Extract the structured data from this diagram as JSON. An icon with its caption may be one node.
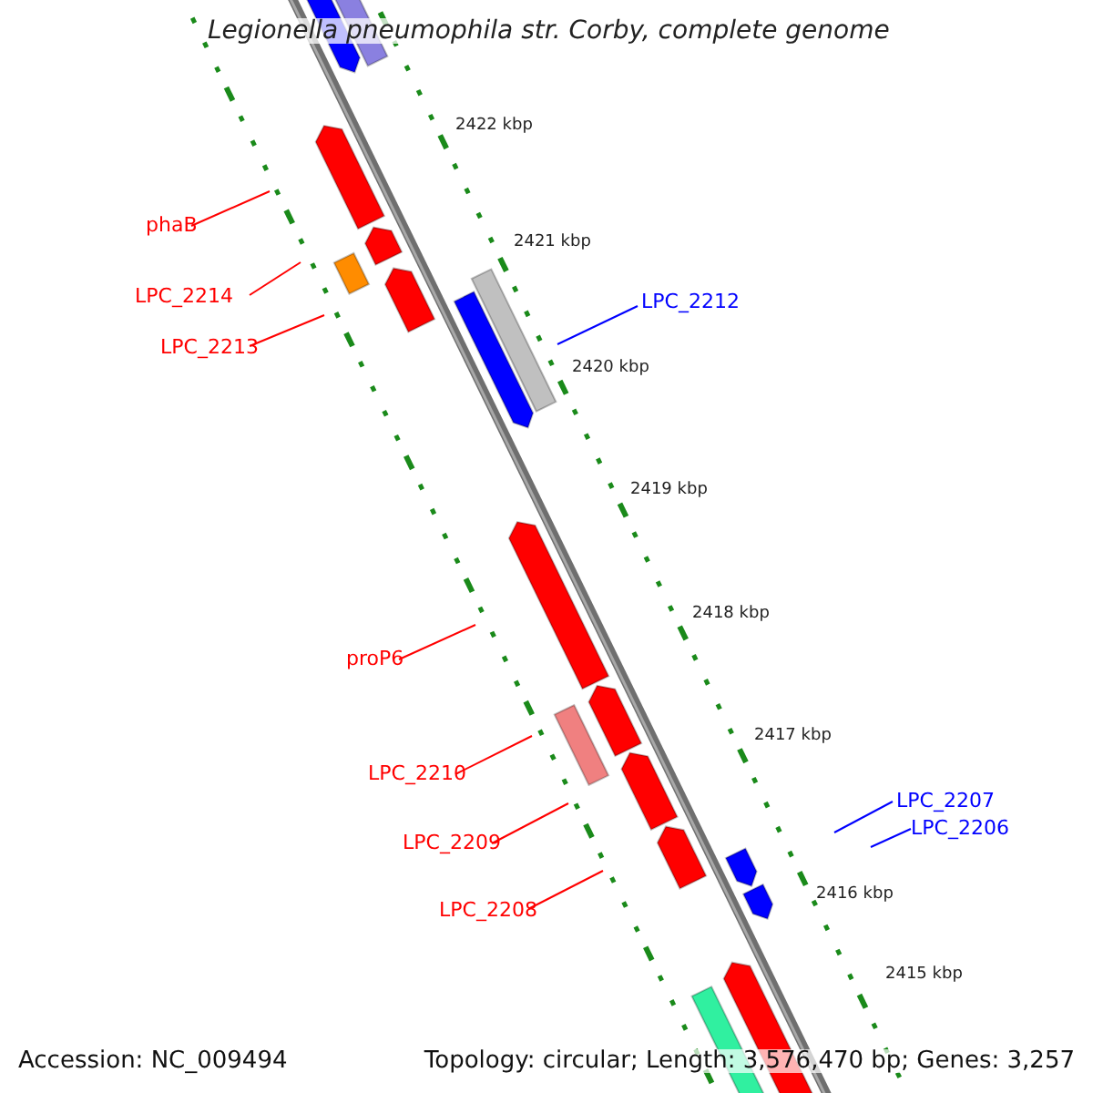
{
  "diagram": {
    "title": "Legionella pneumophila str. Corby, complete genome",
    "nodes": [
      {
        "text": [
          "phaB"
        ]
      },
      {
        "text": [
          "LPC_2214"
        ]
      },
      {
        "text": [
          "LPC_2213"
        ]
      },
      {
        "text": [
          "LPC_2212"
        ]
      },
      {
        "text": [
          "proP6"
        ]
      },
      {
        "text": [
          "LPC_2210"
        ]
      },
      {
        "text": [
          "LPC_2209"
        ]
      },
      {
        "text": [
          "LPC_2208"
        ]
      },
      {
        "text": [
          "LPC_2207"
        ]
      },
      {
        "text": [
          "LPC_2206"
        ]
      }
    ],
    "edges": [
      {
        "from": 0,
        "to": null,
        "arrow": "none"
      },
      {
        "from": 1,
        "to": null,
        "arrow": "none"
      },
      {
        "from": 2,
        "to": null,
        "arrow": "none"
      },
      {
        "from": 3,
        "to": null,
        "arrow": "none",
        "color": "#0000ff"
      },
      {
        "from": 4,
        "to": null,
        "arrow": "none"
      },
      {
        "from": 5,
        "to": null,
        "arrow": "none"
      },
      {
        "from": 6,
        "to": null,
        "arrow": "none"
      },
      {
        "from": 7,
        "to": null,
        "arrow": "none"
      },
      {
        "from": 8,
        "to": null,
        "arrow": "none",
        "color": "#0000ff"
      },
      {
        "from": 9,
        "to": null,
        "arrow": "none",
        "color": "#0000ff"
      }
    ],
    "labels": [
      "2422 kbp",
      "2421 kbp",
      "2420 kbp",
      "2419 kbp",
      "2418 kbp",
      "2417 kbp",
      "2416 kbp",
      "2415 kbp",
      "Accession: NC_009494",
      "Topology: circular; Length: 3,576,470 bp; Genes: 3,257"
    ]
  }
}
